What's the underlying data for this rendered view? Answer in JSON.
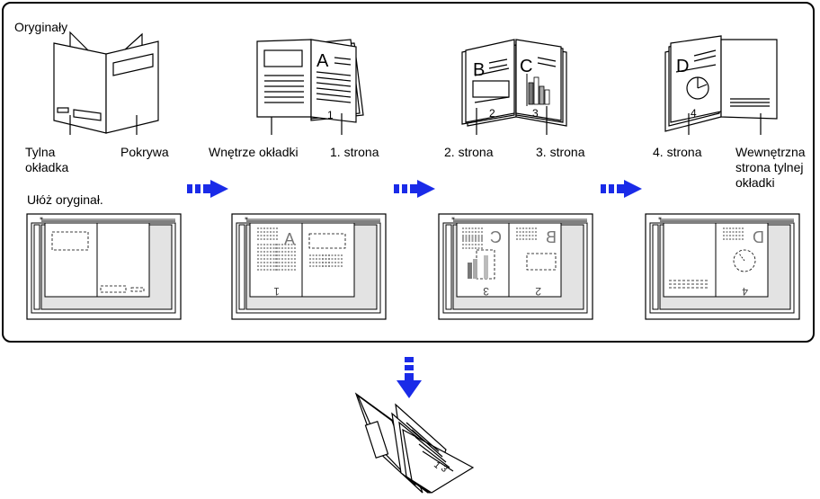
{
  "labels": {
    "originals": "Oryginały",
    "back_cover": "Tylna\nokładka",
    "cover": "Pokrywa",
    "inside_cover": "Wnętrze okładki",
    "page1": "1. strona",
    "page2": "2. strona",
    "page3": "3. strona",
    "page4": "4. strona",
    "inside_back_cover": "Wewnętrzna\nstrona tylnej\nokładki",
    "place_original": "Ułóż oryginał."
  },
  "page_glyphs": {
    "letter_a": "A",
    "letter_b": "B",
    "letter_c": "C",
    "letter_d": "D",
    "num_1": "1",
    "num_2": "2",
    "num_3": "3",
    "num_4": "4"
  },
  "colors": {
    "arrow_blue": "#1a2be8",
    "glass_gray": "#e3e3e3",
    "border": "#000000"
  },
  "icons": [
    "dotted-arrow-right-icon",
    "arrow-down-icon",
    "booklet-icon",
    "scanner-glass-icon"
  ]
}
